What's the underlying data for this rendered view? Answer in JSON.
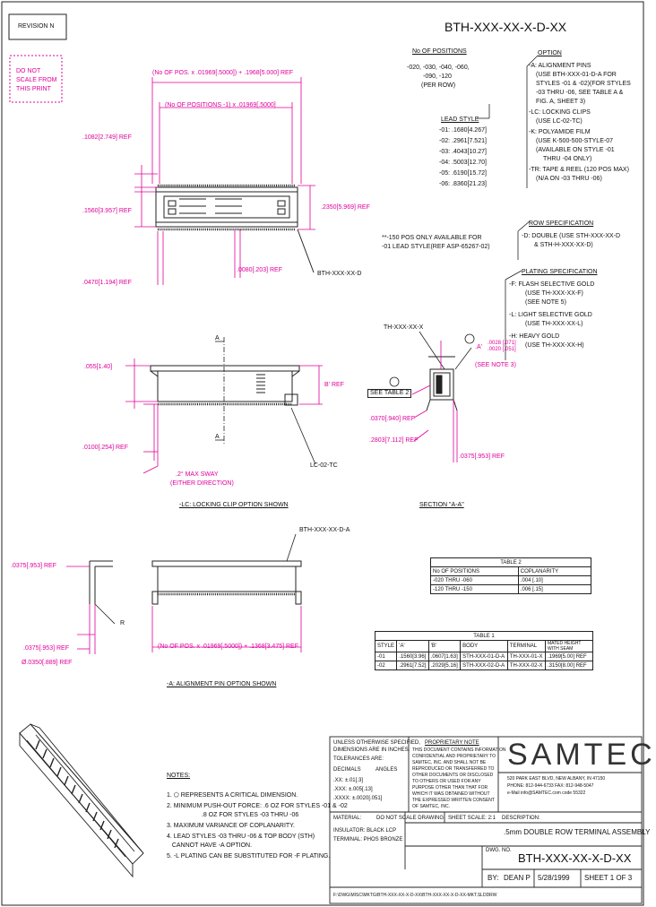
{
  "header": {
    "revision_label": "REVISION N",
    "do_not_scale": [
      "DO NOT",
      "SCALE FROM",
      "THIS PRINT"
    ],
    "part_number_title": "BTH-XXX-XX-X-D-XX"
  },
  "options": {
    "no_of_positions_title": "No OF POSITIONS",
    "no_of_positions_values": [
      "-020, -030, -040, -060,",
      "-090, -120",
      "(PER ROW)"
    ],
    "lead_style_title": "LEAD STYLE",
    "lead_styles": [
      "-01: .1680[4.267]",
      "-02: .2961[7.521]",
      "-03: .4043[10.27]",
      "-04: .5003[12.70]",
      "-05: .6190[15.72]",
      "-06: .8360[21.23]"
    ],
    "option_title": "OPTION",
    "option_lines": [
      "-A: ALIGNMENT PINS",
      "(USE BTH-XXX-01-D-A FOR",
      "STYLES -01 & -02)(FOR STYLES",
      "-03 THRU -06, SEE TABLE A &",
      "FIG. A, SHEET 3)",
      "-LC: LOCKING CLIPS",
      "(USE LC-02-TC)",
      "-K: POLYAMIDE FILM",
      "(USE K-500-500-STYLE-07",
      "(AVAILABLE ON STYLE -01",
      "THRU -04 ONLY)",
      "-TR: TAPE & REEL (120 POS MAX)",
      "(N/A ON -03 THRU -06)"
    ],
    "note_50pos": [
      "**-150 POS ONLY AVAILABLE FOR",
      "-01 LEAD STYLE(REF ASP-65267-02)"
    ],
    "row_spec_title": "ROW SPECIFICATION",
    "row_spec_lines": [
      "-D: DOUBLE (USE STH-XXX-XX-D",
      "& STH-H-XXX-XX-D)"
    ],
    "plating_title": "PLATING SPECIFICATION",
    "plating_lines": [
      "-F: FLASH SELECTIVE GOLD",
      "(USE TH-XXX-XX-F)",
      "(SEE NOTE 5)",
      "-L: LIGHT SELECTIVE GOLD",
      "(USE TH-XXX-XX-L)",
      "-H: HEAVY GOLD",
      "(USE TH-XXX-XX-H)"
    ]
  },
  "dims": {
    "top1": "(No OF POS. x .01969[.5000]) + .1968[5.000] REF",
    "top2": "(No OF POSITIONS -1) x .01969[.5000]",
    "d1": ".1082[2.749] REF",
    "d2": ".1560[3.957] REF",
    "d3": ".2350[5.969] REF",
    "d4": ".0080[.203] REF",
    "d5": ".0470[1.194] REF",
    "callout_d": "BTH-XXX-XX-D",
    "a_upper": "A",
    "a_lower": "A",
    "d6": ".055[1.40]",
    "b_ref": "B' REF",
    "d7": ".0100[.254] REF",
    "sway": ".2° MAX SWAY",
    "sway2": "(EITHER DIRECTION)",
    "locating": "LC-02-TC",
    "lc_caption": "-LC: LOCKING CLIP OPTION SHOWN",
    "section_callout": "TH-XXX-XX-X",
    "see_table": "SEE TABLE 2",
    "dim_a": ".A'",
    "dim_a_val": ".0028 [.071] .0020 [.051]",
    "see_note": "(SEE NOTE 3)",
    "d8": ".0370[.940] REF",
    "d9": ".2803[7.112] REF",
    "d10": ".0375[.953] REF",
    "section_caption": "SECTION \"A-A\"",
    "callout_da": "BTH-XXX-XX-D-A",
    "d11": ".0375[.953] REF",
    "r_label": "R",
    "d12": ".0375[.953] REF",
    "d13": "Ø.0350[.889] REF",
    "bottom1": "(No OF POS. x .01969[.5000]) + .1368[3.475] REF",
    "a_caption": "-A: ALIGNMENT PIN OPTION SHOWN"
  },
  "table2": {
    "title": "TABLE 2",
    "headers": [
      "No OF POSITIONS",
      "COPLANARITY"
    ],
    "rows": [
      [
        "-020 THRU -060",
        ".004 [.10]"
      ],
      [
        "-120 THRU -150",
        ".006 [.15]"
      ]
    ]
  },
  "table1": {
    "title": "TABLE 1",
    "headers": [
      "STYLE",
      "'A'",
      "'B'",
      "BODY",
      "TERMINAL",
      "MATED HEIGHT WITH SEAM"
    ],
    "rows": [
      [
        "-01",
        ".1560[3.96]",
        ".0607[1.63]",
        "STH-XXX-01-D-A",
        "TH-XXX-01-X",
        ".1969[5.00] REF"
      ],
      [
        "-02",
        ".2961[7.52]",
        ".2029[5.16]",
        "STH-XXX-02-D-A",
        "TH-XXX-02-X",
        ".3150[8.00] REF"
      ]
    ]
  },
  "notes": {
    "title": "NOTES:",
    "lines": [
      "1. ⬠ REPRESENTS A CRITICAL DIMENSION.",
      "2. MINIMUM PUSH-OUT FORCE: .6 OZ FOR STYLES -01 & -02",
      "                    .8 OZ FOR STYLES -03 THRU -06",
      "3. MAXIMUM VARIANCE OF COPLANARITY.",
      "4. LEAD STYLES -03 THRU -06 & TOP BODY (STH)",
      "   CANNOT HAVE -A OPTION.",
      "5. -L PLATING CAN BE SUBSTITUTED FOR -F PLATING."
    ]
  },
  "titleblock": {
    "tolerance_lines": [
      "UNLESS OTHERWISE SPECIFIED,",
      "DIMENSIONS ARE IN INCHES.",
      "TOLERANCES ARE:",
      "DECIMALS          ANGLES",
      ".XX: ±.01[.3]",
      ".XXX: ±.005[.13]",
      ".XXXX: ±.0020[.051]"
    ],
    "proprietary_title": "PROPRIETARY NOTE",
    "proprietary_lines": [
      "THIS DOCUMENT CONTAINS INFORMATION",
      "CONFIDENTIAL AND PROPRIETARY TO",
      "SAMTEC, INC. AND SHALL NOT BE",
      "REPRODUCED OR TRANSFERRED TO",
      "OTHER DOCUMENTS OR DISCLOSED",
      "TO OTHERS OR USED FOR ANY",
      "PURPOSE OTHER THAN THAT FOR",
      "WHICH IT WAS OBTAINED WITHOUT",
      "THE EXPRESSED WRITTEN CONSENT",
      "OF SAMTEC, INC."
    ],
    "logo": "SAMTEC",
    "address": [
      "520 PARK EAST BLVD, NEW ALBANY, IN 47150",
      "PHONE: 812-944-6733   FAX: 812-948-5047",
      "e-Mail info@SAMTEC.com   code 55322"
    ],
    "material_label": "MATERIAL:",
    "material_lines": [
      "INSULATOR: BLACK LCP",
      "TERMINAL: PHOS BRONZE"
    ],
    "do_not_scale": "DO NOT SCALE DRAWING",
    "sheet_scale": "SHEET SCALE: 2:1",
    "description_label": "DESCRIPTION:",
    "description": ".5mm DOUBLE ROW TERMINAL ASSEMBLY",
    "dwg_label": "DWG. NO.",
    "dwg": "BTH-XXX-XX-X-D-XX",
    "by_label": "BY:",
    "by": "DEAN P",
    "date": "5/28/1999",
    "sheet": "SHEET 1 OF 3",
    "file": "F:\\DWG\\MISC\\MKTG\\BTH-XXX-XX-X-D-XX\\BTH-XXX-XX-X-D-XX-MKT.SLDDRW"
  }
}
